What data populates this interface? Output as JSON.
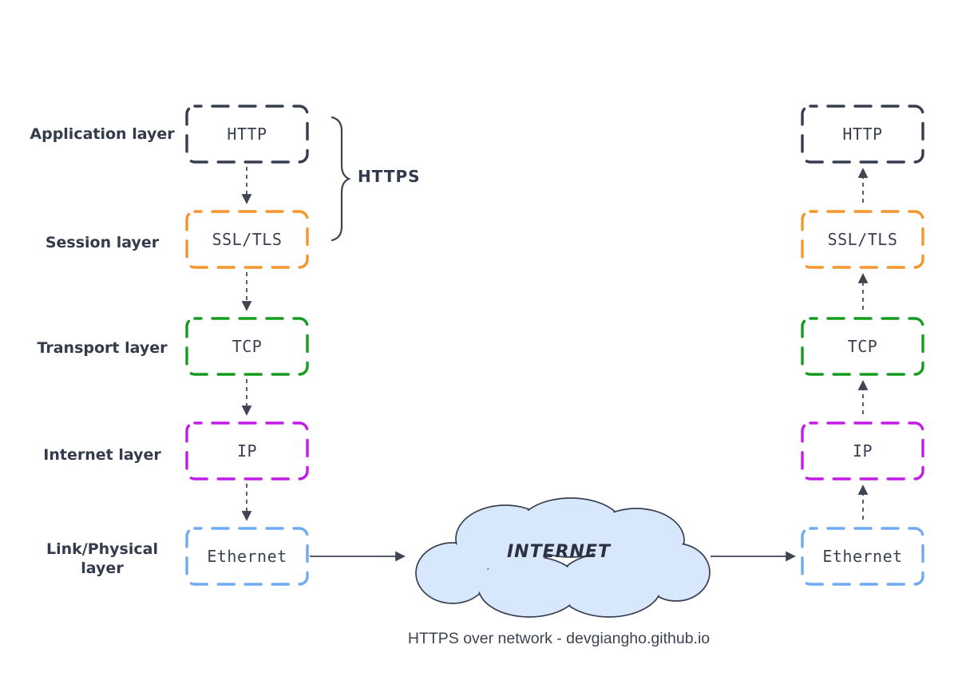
{
  "layers": [
    {
      "label": "Application layer",
      "protocol": "HTTP",
      "color": "#363d4f"
    },
    {
      "label": "Session layer",
      "protocol": "SSL/TLS",
      "color": "#f7952d"
    },
    {
      "label": "Transport layer",
      "protocol": "TCP",
      "color": "#149c1e"
    },
    {
      "label": "Internet layer",
      "protocol": "IP",
      "color": "#c31ae8"
    },
    {
      "label": "Link/Physical layer",
      "protocol": "Ethernet",
      "color": "#6fabf3"
    }
  ],
  "annotations": {
    "https_group_label": "HTTPS",
    "cloud_label": "INTERNET",
    "caption": "HTTPS over network - devgiangho.github.io"
  },
  "colors": {
    "label_text": "#343b4c",
    "protocol_text": "#3a4150",
    "arrow": "#3f4553",
    "cloud_fill": "#d8e8fc",
    "cloud_stroke": "#39404f"
  }
}
